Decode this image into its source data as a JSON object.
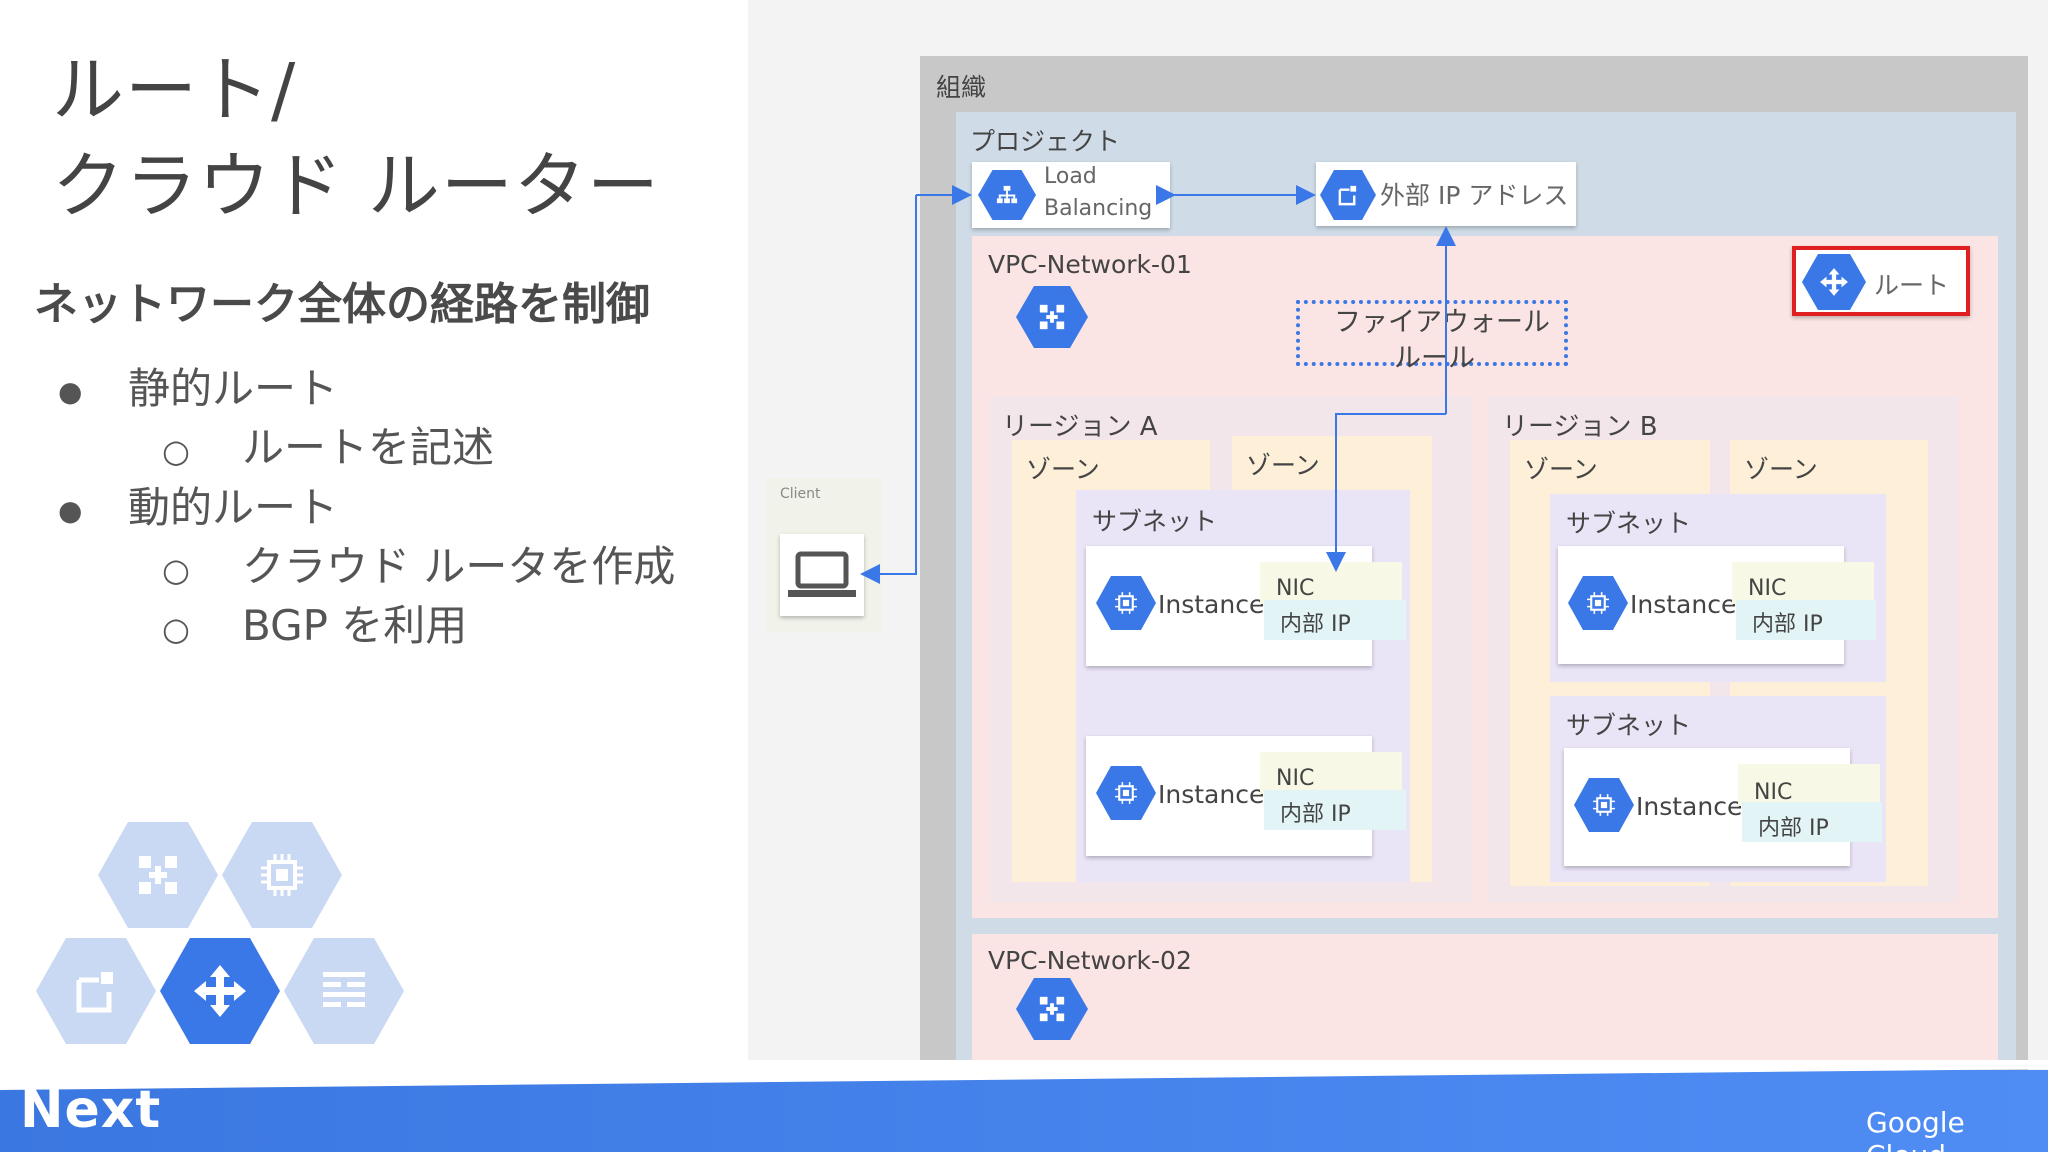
{
  "slide": {
    "title": "ルート/\nクラウド ルーター",
    "subtitle": "ネットワーク全体の経路を制御",
    "bullets": [
      {
        "text": "静的ルート",
        "level": 1
      },
      {
        "text": "ルートを記述",
        "level": 2
      },
      {
        "text": "動的ルート",
        "level": 1
      },
      {
        "text": "クラウド ルータを作成",
        "level": 2
      },
      {
        "text": "BGP を利用",
        "level": 2
      }
    ],
    "bullet_symbols": {
      "level1": "●",
      "level2": "○"
    }
  },
  "diagram": {
    "organization": "組織",
    "project": "プロジェクト",
    "load_balancer": {
      "line1": "Load",
      "line2": "Balancing"
    },
    "external_ip": "外部 IP アドレス",
    "client": "Client",
    "vpc1": "VPC-Network-01",
    "vpc2": "VPC-Network-02",
    "firewall": {
      "line1": "ファイアウォール",
      "line2": "ルール"
    },
    "route": "ルート",
    "region_a": "リージョン A",
    "region_b": "リージョン B",
    "zone": "ゾーン",
    "subnet": "サブネット",
    "instance": "Instance",
    "nic": "NIC",
    "internal_ip": "内部 IP"
  },
  "footer": {
    "left_logo": "Next",
    "right_logo": "Google Cloud"
  },
  "colors": {
    "hex_blue": "#3b78e7",
    "hex_light": "#b8cdf2",
    "org_bg": "#c8c8c8",
    "project_bg": "#cfdce8",
    "vpc_bg": "#fbe4e4",
    "region_bg": "#f3e6ea",
    "zone_bg": "#fdefd8",
    "subnet_bg": "#eae4f7",
    "route_highlight": "#e02020",
    "arrow": "#3b78e7"
  }
}
